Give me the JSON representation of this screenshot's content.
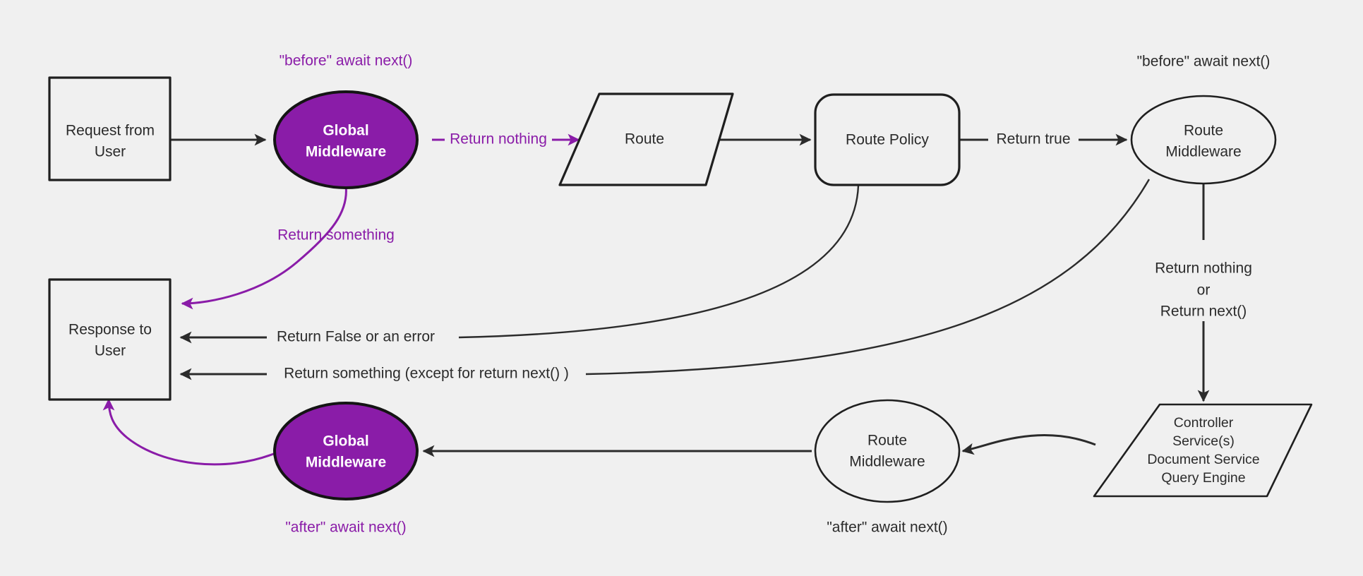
{
  "diagram": {
    "title": "Middleware request lifecycle flow",
    "background_color": "#f0f0f0",
    "accent_color": "#8a1ca8",
    "line_color": "#2b2b2b",
    "nodes": {
      "request_from_user": {
        "line1": "Request from",
        "line2": "User",
        "shape": "rectangle"
      },
      "global_middleware_top": {
        "line1": "Global",
        "line2": "Middleware",
        "shape": "ellipse",
        "fill": "#8a1ca8"
      },
      "route": {
        "line1": "Route",
        "shape": "parallelogram"
      },
      "route_policy": {
        "line1": "Route Policy",
        "shape": "rounded-rectangle"
      },
      "route_middleware_top": {
        "line1": "Route",
        "line2": "Middleware",
        "shape": "ellipse"
      },
      "controller_stack": {
        "line1": "Controller",
        "line2": "Service(s)",
        "line3": "Document Service",
        "line4": "Query Engine",
        "shape": "parallelogram"
      },
      "route_middleware_bottom": {
        "line1": "Route",
        "line2": "Middleware",
        "shape": "ellipse"
      },
      "global_middleware_bottom": {
        "line1": "Global",
        "line2": "Middleware",
        "shape": "ellipse",
        "fill": "#8a1ca8"
      },
      "response_to_user": {
        "line1": "Response to",
        "line2": "User",
        "shape": "rectangle"
      }
    },
    "annotations": {
      "before_await_next_global": "\"before\" await next()",
      "before_await_next_route": "\"before\" await next()",
      "after_await_next_global": "\"after\" await next()",
      "after_await_next_route": "\"after\" await next()"
    },
    "edge_labels": {
      "return_nothing": "Return nothing",
      "return_something_purple": "Return something",
      "return_true": "Return true",
      "return_false_or_error": "Return False or an error",
      "return_something_except": "Return something (except for return next() )",
      "route_mw_out_line1": "Return nothing",
      "route_mw_out_line2": "or",
      "route_mw_out_line3": "Return next()"
    }
  }
}
